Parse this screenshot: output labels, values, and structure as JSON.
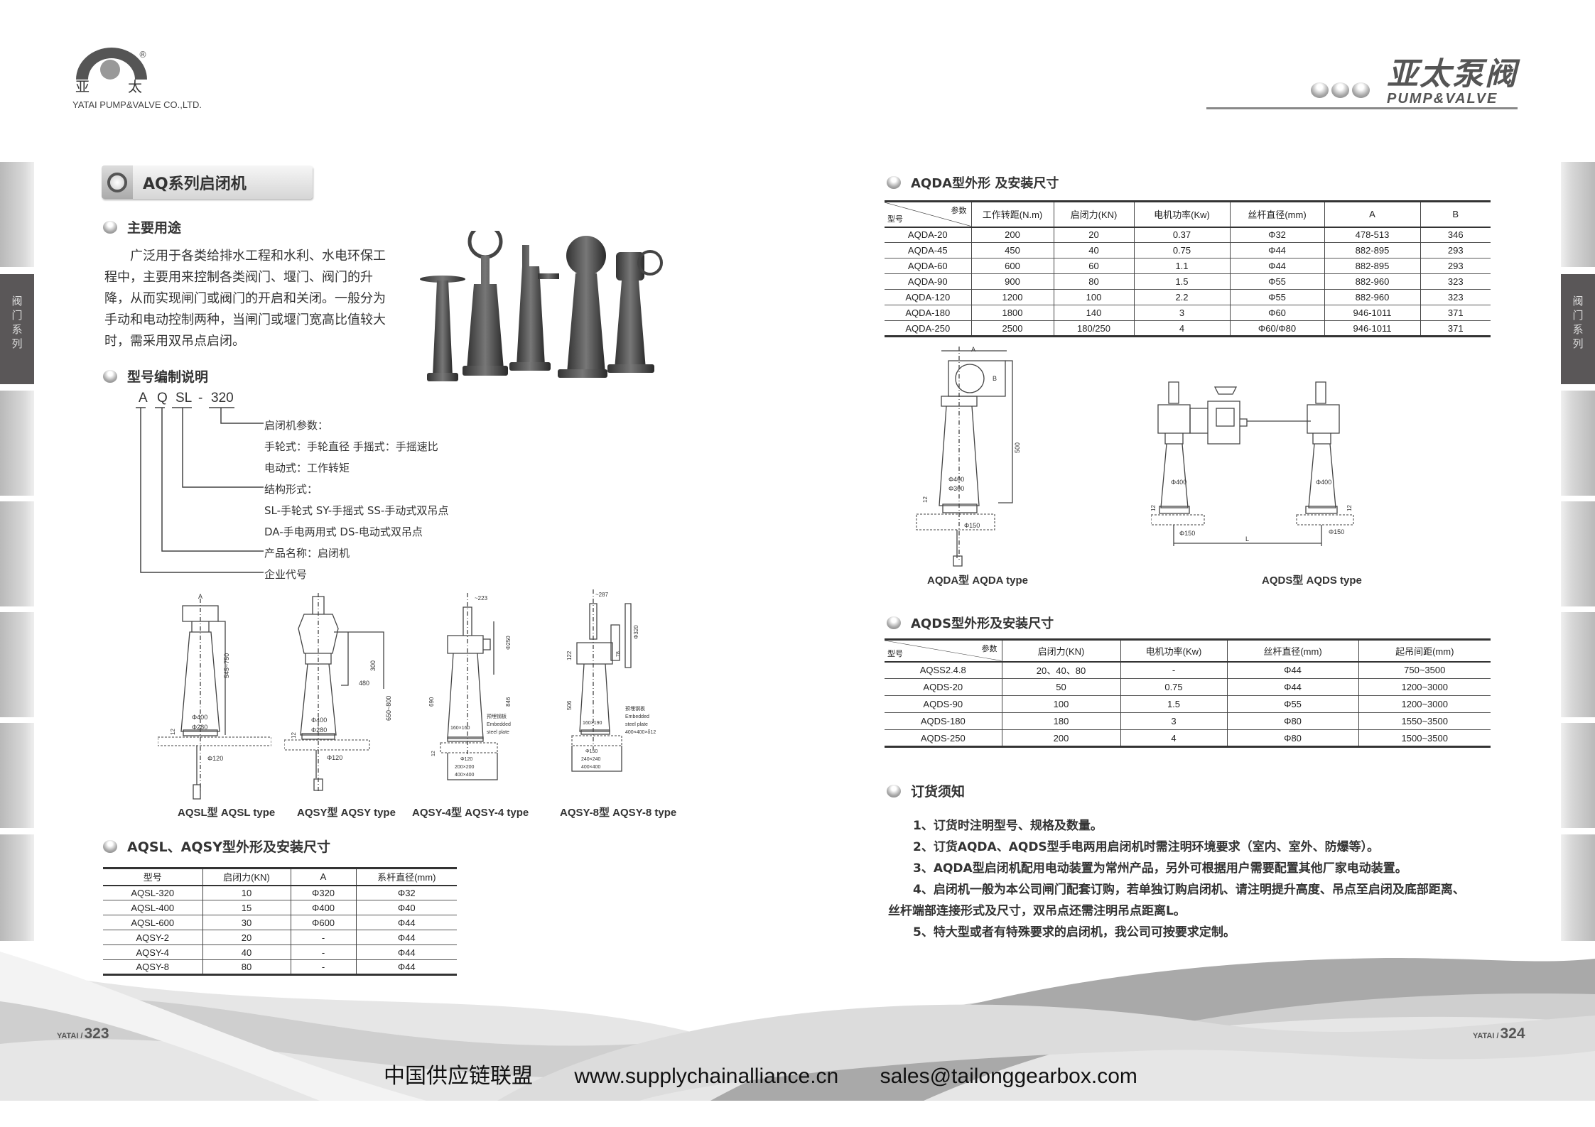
{
  "header": {
    "logo_cn_left": "亚",
    "logo_cn_right": "太",
    "company": "YATAI PUMP&VALVE CO.,LTD.",
    "registered": "®",
    "brand_cn": "亚太泵阀",
    "brand_en": "PUMP&VALVE"
  },
  "side_tab": [
    "阀",
    "门",
    "系",
    "列"
  ],
  "left": {
    "title": "AQ系列启闭机",
    "usage_heading": "主要用途",
    "usage_lines": [
      "广泛用于各类给排水工程和水利、水电环保工",
      "程中，主要用来控制各类阀门、堰门、阀门的升",
      "降，从而实现闸门或阀门的开启和关闭。一般分为",
      "手动和电动控制两种，当闸门或堰门宽高比值较大",
      "时，需采用双吊点启闭。"
    ],
    "model_heading": "型号编制说明",
    "code": {
      "a": "A",
      "q": "Q",
      "sl": "SL",
      "dash": "-",
      "num": "320"
    },
    "code_lines": [
      "启闭机参数：",
      "手轮式：手轮直径  手摇式：手摇速比",
      "电动式：工作转矩",
      "结构形式：",
      "SL-手轮式  SY-手摇式  SS-手动式双吊点",
      "DA-手电两用式  DS-电动式双吊点",
      "产品名称：启闭机",
      "企业代号"
    ],
    "drawings": [
      {
        "caption": "AQSL型 AQSL type",
        "dims": [
          "A",
          "545~750",
          "Φ400",
          "Φ280",
          "12",
          "Φ120"
        ]
      },
      {
        "caption": "AQSY型 AQSY type",
        "dims": [
          "300",
          "480",
          "650~800",
          "Φ400",
          "Φ280",
          "12",
          "Φ120"
        ]
      },
      {
        "caption": "AQSY-4型 AQSY-4 type",
        "dims": [
          "~223",
          "Φ250",
          "690",
          "846",
          "160×160",
          "预埋钢板",
          "Embedded",
          "steel plate",
          "12",
          "Φ120",
          "200×200",
          "400×400"
        ]
      },
      {
        "caption": "AQSY-8型 AQSY-8 type",
        "dims": [
          "~287",
          "Φ320",
          "78",
          "122",
          "506",
          "160×190",
          "预埋钢板",
          "Embedded",
          "steel plate",
          "400×400×δ12",
          "Φ150",
          "240×240",
          "400×400"
        ]
      }
    ],
    "table_heading": "AQSL、AQSY型外形及安装尺寸",
    "table": {
      "headers": [
        "型号",
        "启闭力(KN)",
        "A",
        "系杆直径(mm)"
      ],
      "rows": [
        [
          "AQSL-320",
          "10",
          "Φ320",
          "Φ32"
        ],
        [
          "AQSL-400",
          "15",
          "Φ400",
          "Φ40"
        ],
        [
          "AQSL-600",
          "30",
          "Φ600",
          "Φ44"
        ],
        [
          "AQSY-2",
          "20",
          "-",
          "Φ44"
        ],
        [
          "AQSY-4",
          "40",
          "-",
          "Φ44"
        ],
        [
          "AQSY-8",
          "80",
          "-",
          "Φ44"
        ]
      ]
    },
    "page": {
      "brand": "YATAI /",
      "num": "323"
    }
  },
  "right": {
    "aqda_heading": "AQDA型外形 及安装尺寸",
    "aqda_table": {
      "corner_param": "参数",
      "corner_model": "型号",
      "headers": [
        "工作转距(N.m)",
        "启闭力(KN)",
        "电机功率(Kw)",
        "丝杆直径(mm)",
        "A",
        "B"
      ],
      "rows": [
        [
          "AQDA-20",
          "200",
          "20",
          "0.37",
          "Φ32",
          "478-513",
          "346"
        ],
        [
          "AQDA-45",
          "450",
          "40",
          "0.75",
          "Φ44",
          "882-895",
          "293"
        ],
        [
          "AQDA-60",
          "600",
          "60",
          "1.1",
          "Φ44",
          "882-895",
          "293"
        ],
        [
          "AQDA-90",
          "900",
          "80",
          "1.5",
          "Φ55",
          "882-960",
          "323"
        ],
        [
          "AQDA-120",
          "1200",
          "100",
          "2.2",
          "Φ55",
          "882-960",
          "323"
        ],
        [
          "AQDA-180",
          "1800",
          "140",
          "3",
          "Φ60",
          "946-1011",
          "371"
        ],
        [
          "AQDA-250",
          "2500",
          "180/250",
          "4",
          "Φ60/Φ80",
          "946-1011",
          "371"
        ]
      ]
    },
    "drawings": [
      {
        "caption": "AQDA型 AQDA type",
        "dims": [
          "A",
          "B",
          "500",
          "Φ400",
          "Φ300",
          "12",
          "Φ150"
        ]
      },
      {
        "caption": "AQDS型 AQDS type",
        "dims": [
          "Φ400",
          "Φ400",
          "12",
          "12",
          "Φ150",
          "Φ150",
          "L"
        ]
      }
    ],
    "aqds_heading": "AQDS型外形及安装尺寸",
    "aqds_table": {
      "corner_param": "参数",
      "corner_model": "型号",
      "headers": [
        "启闭力(KN)",
        "电机功率(Kw)",
        "丝杆直径(mm)",
        "起吊间距(mm)"
      ],
      "rows": [
        [
          "AQSS2.4.8",
          "20、40、80",
          "-",
          "Φ44",
          "750~3500"
        ],
        [
          "AQDS-20",
          "50",
          "0.75",
          "Φ44",
          "1200~3000"
        ],
        [
          "AQDS-90",
          "100",
          "1.5",
          "Φ55",
          "1200~3000"
        ],
        [
          "AQDS-180",
          "180",
          "3",
          "Φ80",
          "1550~3500"
        ],
        [
          "AQDS-250",
          "200",
          "4",
          "Φ80",
          "1500~3500"
        ]
      ]
    },
    "order_heading": "订货须知",
    "order_notes": [
      "1、订货时注明型号、规格及数量。",
      "2、订货AQDA、AQDS型手电两用启闭机时需注明环境要求（室内、室外、防爆等）。",
      "3、AQDA型启闭机配用电动装置为常州产品，另外可根据用户需要配置其他厂家电动装置。",
      "4、启闭机一般为本公司闸门配套订购，若单独订购启闭机、请注明提升高度、吊点至启闭及底部距离、",
      "丝杆端部连接形式及尺寸，双吊点还需注明吊点距离L。",
      "5、特大型或者有特殊要求的启闭机，我公司可按要求定制。"
    ],
    "page": {
      "brand": "YATAI /",
      "num": "324"
    }
  },
  "footer": {
    "org": "中国供应链联盟",
    "website": "www.supplychainalliance.cn",
    "email": "sales@tailonggearbox.com"
  }
}
